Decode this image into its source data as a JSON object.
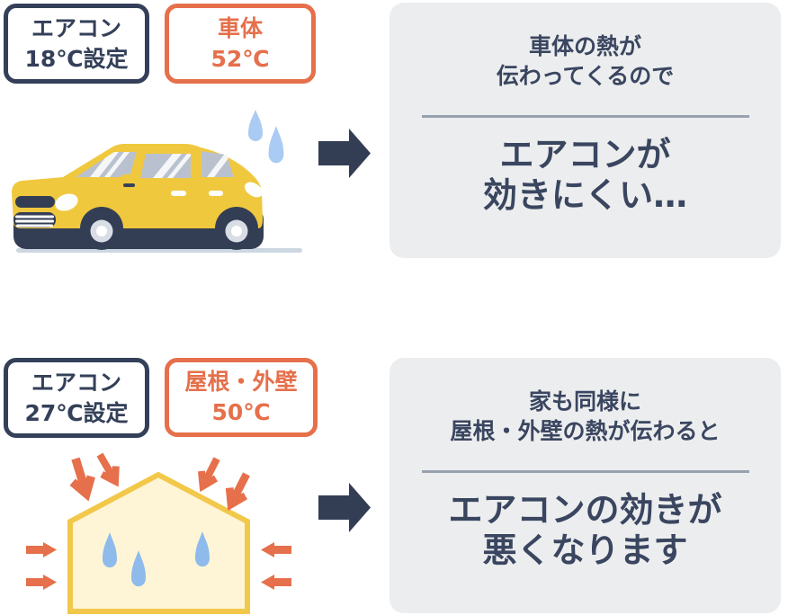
{
  "colors": {
    "navy": "#344059",
    "orange": "#e5704b",
    "panel_bg": "#ecedee",
    "divider": "#98a2af",
    "car_yellow": "#f0c83e",
    "car_underbody": "#333e55",
    "window_gray": "#b9c1ce",
    "car_drop_blue": "#a9cbf4",
    "house_drop_blue": "#8fbaec",
    "house_fill": "#fdf5d6",
    "house_border": "#f2c84b",
    "ground_shadow": "#ccd7e2"
  },
  "sections": [
    {
      "ac_box": {
        "line1": "エアコン",
        "line2": "18℃設定"
      },
      "temp_box": {
        "line1": "車体",
        "line2": "52℃"
      },
      "illustration": "car",
      "panel": {
        "lead1": "車体の熱が",
        "lead2": "伝わってくるので",
        "head1": "エアコンが",
        "head2": "効きにくい…"
      }
    },
    {
      "ac_box": {
        "line1": "エアコン",
        "line2": "27℃設定"
      },
      "temp_box": {
        "line1": "屋根・外壁",
        "line2": "50℃"
      },
      "illustration": "house",
      "panel": {
        "lead1": "家も同様に",
        "lead2": "屋根・外壁の熱が伝わると",
        "head1": "エアコンの効きが",
        "head2": "悪くなります"
      }
    }
  ]
}
